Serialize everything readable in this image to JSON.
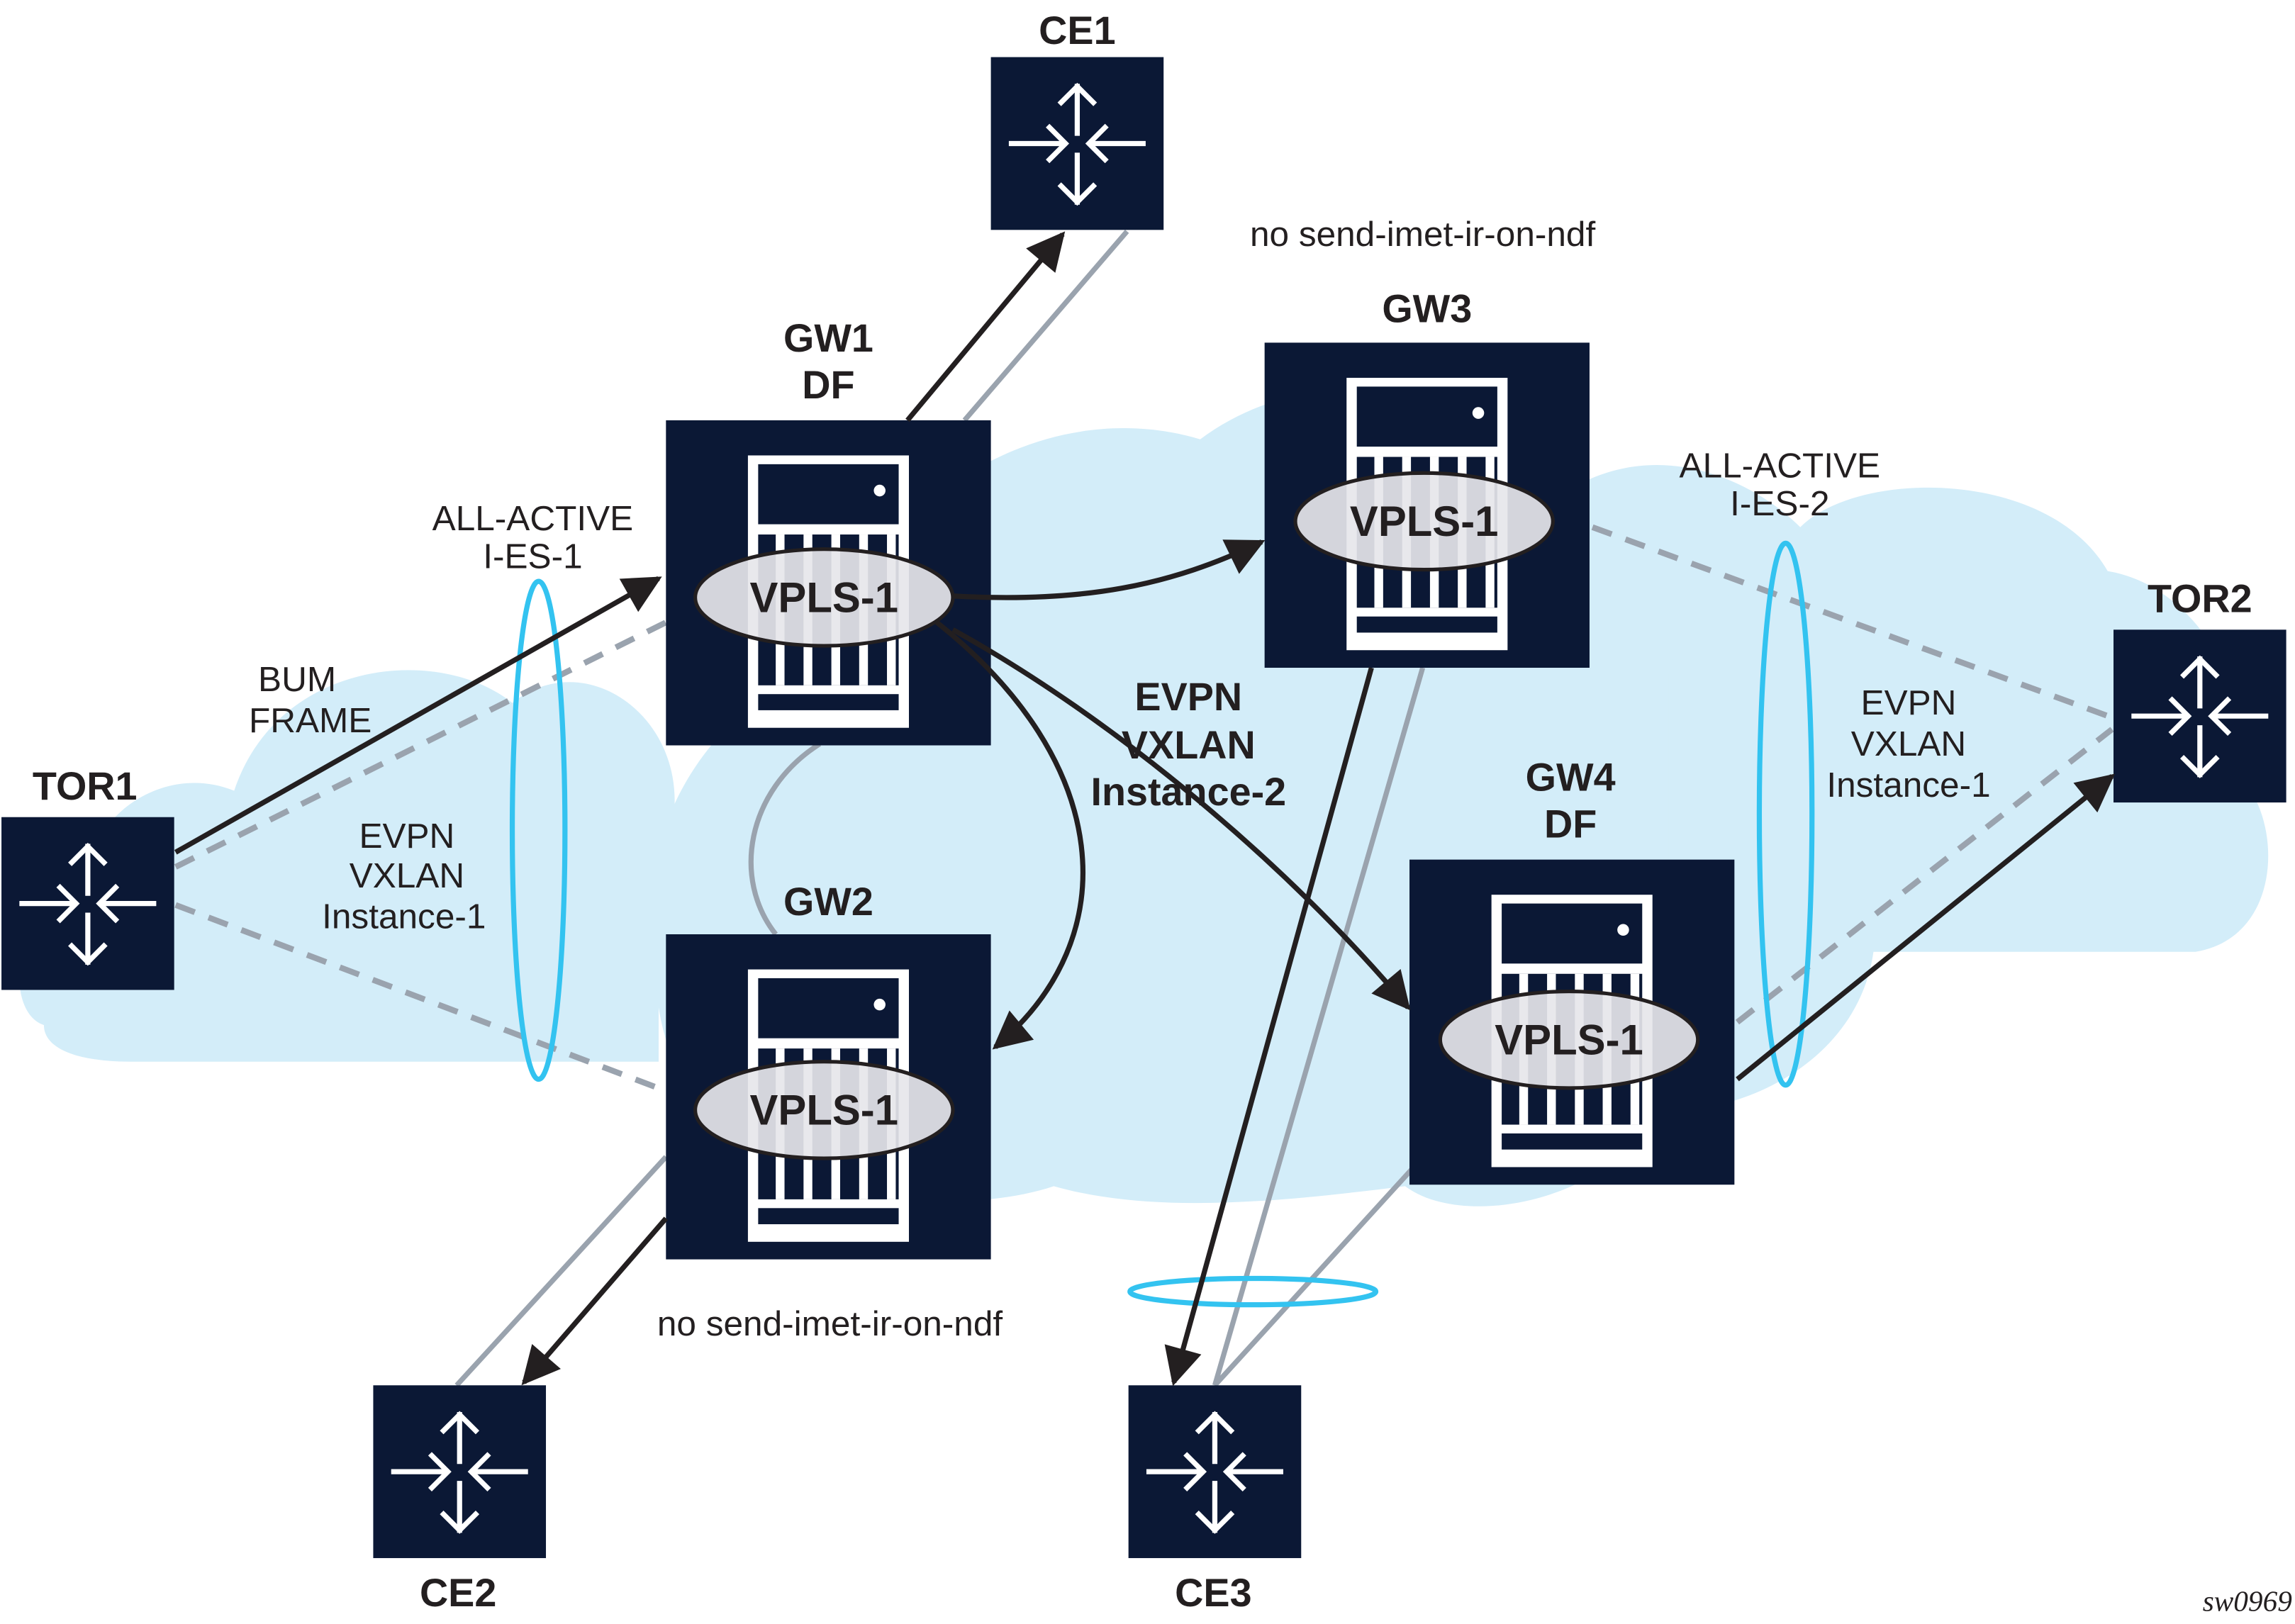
{
  "colors": {
    "device": "#0b1835",
    "cloud": "#d3edf9",
    "es_ring": "#33c3f0",
    "traffic": "#231f20",
    "link": "#9aa3ae",
    "vpls_fill": "#e6e6ea"
  },
  "nodes": {
    "tor1": {
      "label": "TOR1",
      "icon": "router-icon"
    },
    "tor2": {
      "label": "TOR2",
      "icon": "router-icon"
    },
    "ce1": {
      "label": "CE1",
      "icon": "router-icon"
    },
    "ce2": {
      "label": "CE2",
      "icon": "router-icon"
    },
    "ce3": {
      "label": "CE3",
      "icon": "router-icon"
    },
    "gw1": {
      "label": "GW1",
      "role": "DF",
      "service": "VPLS-1",
      "icon": "server-icon"
    },
    "gw2": {
      "label": "GW2",
      "service": "VPLS-1",
      "icon": "server-icon"
    },
    "gw3": {
      "label": "GW3",
      "service": "VPLS-1",
      "icon": "server-icon"
    },
    "gw4": {
      "label": "GW4",
      "role": "DF",
      "service": "VPLS-1",
      "icon": "server-icon"
    }
  },
  "annotations": {
    "es1_line1": "ALL-ACTIVE",
    "es1_line2": "I-ES-1",
    "es2_line1": "ALL-ACTIVE",
    "es2_line2": "I-ES-2",
    "bum_line1": "BUM",
    "bum_line2": "FRAME",
    "inst1_left": [
      "EVPN",
      "VXLAN",
      "Instance-1"
    ],
    "inst1_right": [
      "EVPN",
      "VXLAN",
      "Instance-1"
    ],
    "inst2": [
      "EVPN",
      "VXLAN",
      "Instance-2"
    ],
    "no_send_top": "no send-imet-ir-on-ndf",
    "no_send_bottom": "no send-imet-ir-on-ndf",
    "figure_id": "sw0969"
  }
}
